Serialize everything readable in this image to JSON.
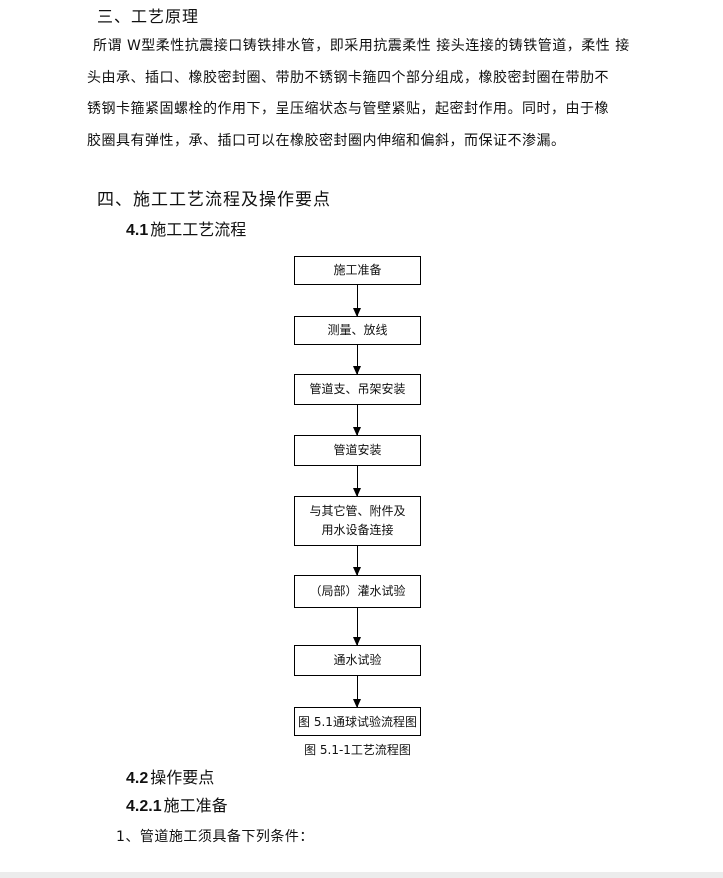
{
  "section3": {
    "title": "三、工艺原理",
    "lines": [
      "所谓 W型柔性抗震接口铸铁排水管，即采用抗震柔性  接头连接的铸铁管道，柔性  接",
      "头由承、插口、橡胶密封圈、带肋不锈钢卡箍四个部分组成，橡胶密封圈在带肋不",
      "锈钢卡箍紧固螺栓的作用下，呈压缩状态与管壁紧贴，起密封作用。同时，由于橡",
      "胶圈具有弹性，承、插口可以在橡胶密封圈内伸缩和偏斜，而保证不渗漏。"
    ]
  },
  "section4": {
    "title": "四、施工工艺流程及操作要点",
    "sub41": {
      "num": "4.1",
      "text": "施工工艺流程"
    },
    "sub42": {
      "num": "4.2",
      "text": "操作要点"
    },
    "sub421": {
      "num": "4.2.1",
      "text": "施工准备"
    },
    "item1": "1、管道施工须具备下列条件："
  },
  "flow_steps": [
    [
      "施工准备"
    ],
    [
      "测量、放线"
    ],
    [
      "管道支、吊架安装"
    ],
    [
      "管道安装"
    ],
    [
      "与其它管、附件及",
      "用水设备连接"
    ],
    [
      "（局部）灌水试验"
    ],
    [
      "通水试验"
    ]
  ],
  "flow_caption_box": "图 5.1通球试验流程图",
  "flow_caption": "图 5.1-1工艺流程图"
}
